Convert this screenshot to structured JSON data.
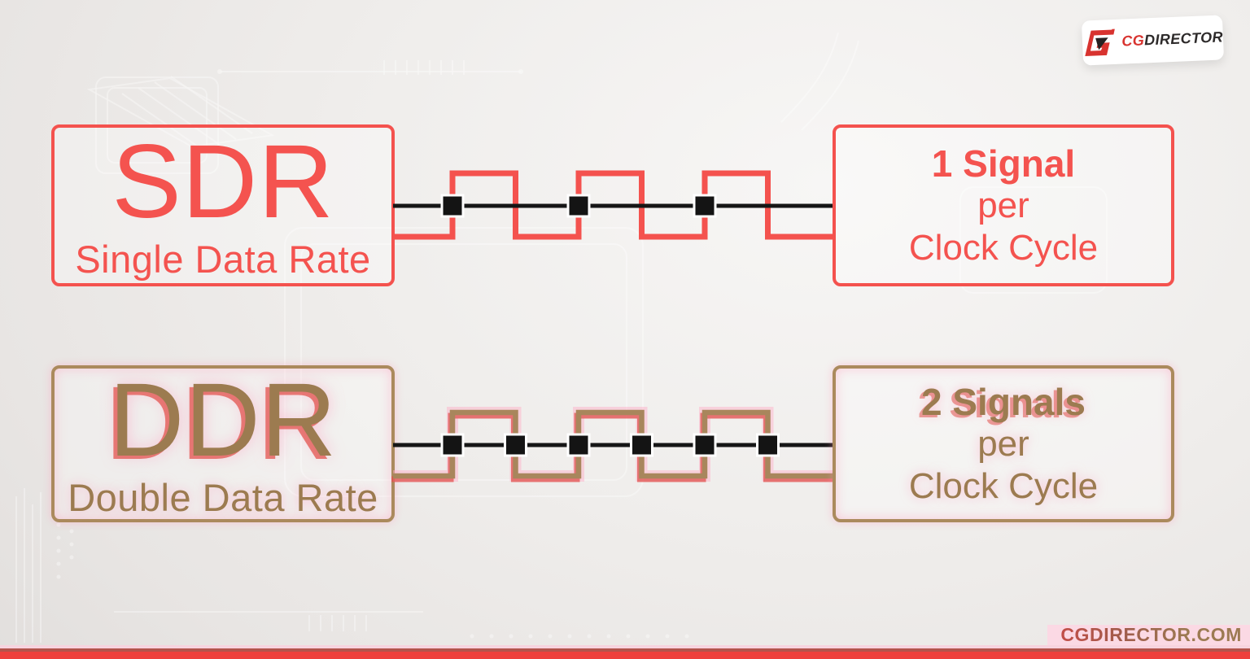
{
  "brand": {
    "logo_text_cg": "CG",
    "logo_text_director": "DIRECTOR",
    "website": "CGDIRECTOR.COM"
  },
  "rows": [
    {
      "id": "sdr",
      "abbr": "SDR",
      "name": "Single Data Rate",
      "signal_line1": "1 Signal",
      "signal_line2": "per",
      "signal_line3": "Clock Cycle",
      "signals_per_clock_cycle": 1,
      "edges_marked": [
        "rising"
      ]
    },
    {
      "id": "ddr",
      "abbr": "DDR",
      "name": "Double Data Rate",
      "signal_line1": "2 Signals",
      "signal_line2": "per",
      "signal_line3": "Clock Cycle",
      "signals_per_clock_cycle": 2,
      "edges_marked": [
        "rising",
        "falling"
      ]
    }
  ],
  "colors": {
    "sdr_red": "#f4524e",
    "ddr_brown": "#a8865c",
    "ddr_red_ghost": "#e0524d",
    "glow_pink": "#ffaac6",
    "clock_line_black": "#161616",
    "marker_fill": "#141414",
    "marker_stroke": "#ffffff",
    "logo_red": "#d8332f",
    "logo_dark": "#2d2a2a",
    "footer_pink": "#f7d3de",
    "footer_brick": "#b3544c",
    "footer_red": "#ee403c"
  }
}
